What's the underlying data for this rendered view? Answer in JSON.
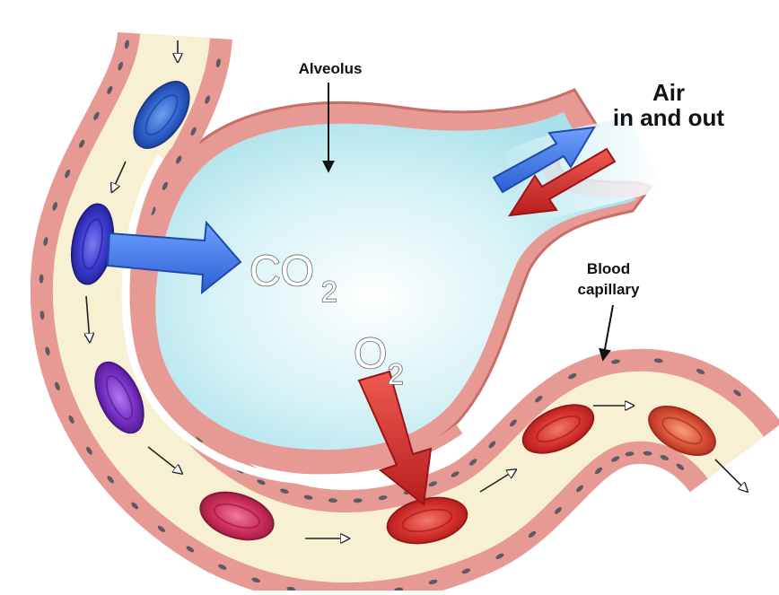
{
  "labels": {
    "alveolus": "Alveolus",
    "air_line1": "Air",
    "air_line2": "in and out",
    "capillary_line1": "Blood",
    "capillary_line2": "capillary"
  },
  "gases": {
    "co2_main": "CO",
    "co2_sub": "2",
    "o2_main": "O",
    "o2_sub": "2"
  },
  "colors": {
    "wall": "#e79a94",
    "wall_dark": "#c86e68",
    "plasma": "#f7f0d2",
    "air": "#bfe9f1",
    "deoxygenated": "#3f73d8",
    "oxygenated": "#d8302b",
    "cell_blue": "#2e63c9",
    "cell_purple": "#7a2fc1",
    "cell_red": "#d33131"
  },
  "icons": [
    "flow-arrow-icon",
    "co2-arrow-icon",
    "o2-arrow-icon",
    "air-out-arrow-icon",
    "air-in-arrow-icon",
    "pointer-arrow-icon"
  ]
}
